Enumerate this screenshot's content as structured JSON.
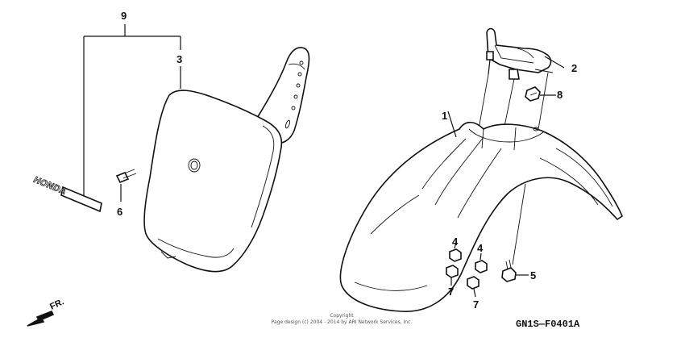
{
  "callouts": {
    "c1": "1",
    "c2": "2",
    "c3": "3",
    "c4a": "4",
    "c4b": "4",
    "c5": "5",
    "c6": "6",
    "c7a": "7",
    "c7b": "7",
    "c8": "8",
    "c9": "9"
  },
  "decal_text": "HONDA",
  "direction": {
    "label": "FR."
  },
  "copyright": {
    "line1": "Copyright",
    "line2": "Page design (c) 2004 - 2014 by ARI Network Services, Inc."
  },
  "figure_code": "GN1S—F0401A"
}
